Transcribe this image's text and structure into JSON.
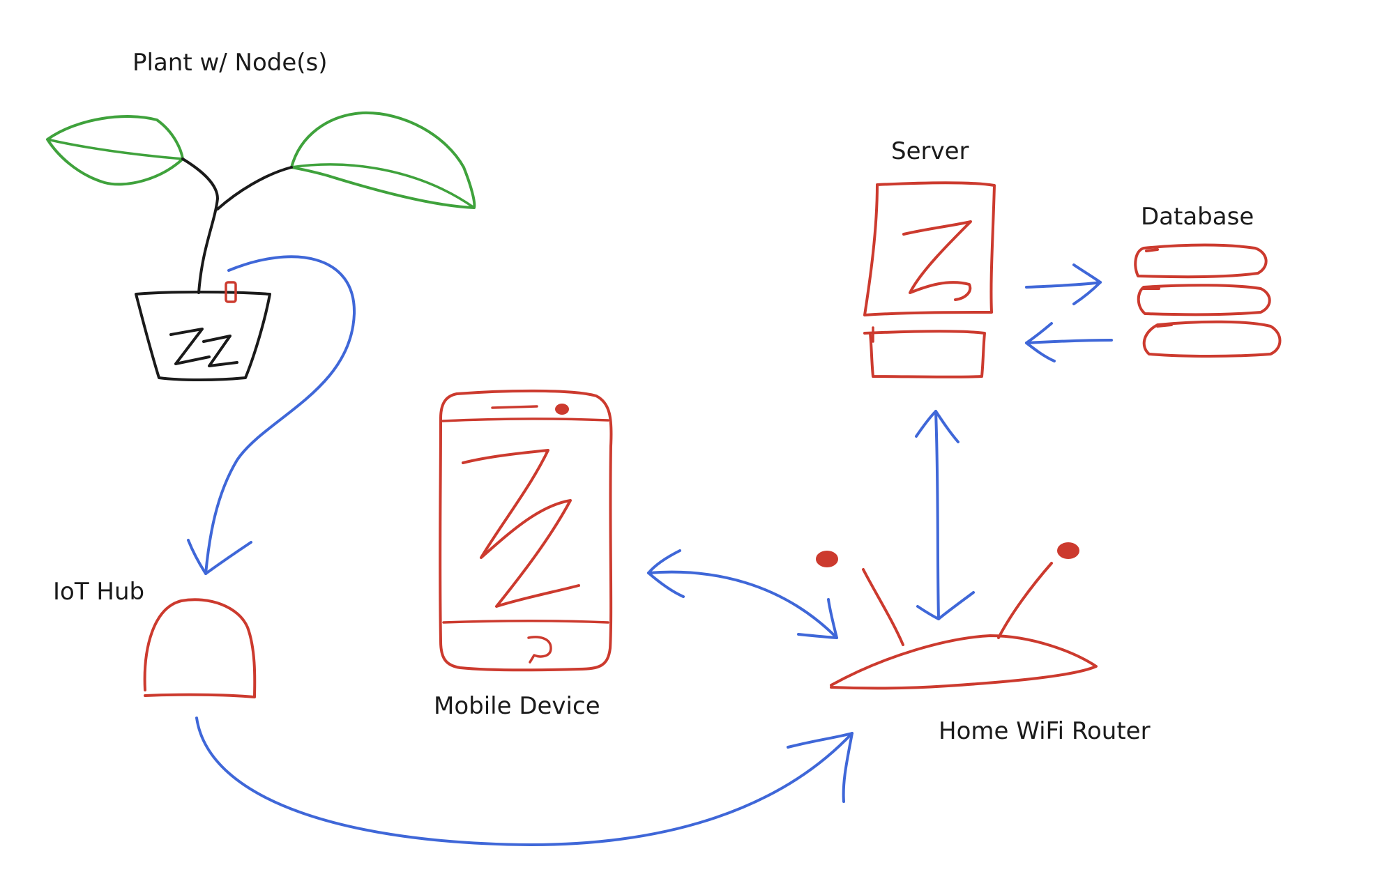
{
  "nodes": {
    "plant": {
      "label": "Plant w/ Node(s)",
      "icon": "potted-plant-icon"
    },
    "iot_hub": {
      "label": "IoT Hub",
      "icon": "hub-dome-icon"
    },
    "mobile": {
      "label": "Mobile Device",
      "icon": "smartphone-icon"
    },
    "server": {
      "label": "Server",
      "icon": "server-icon"
    },
    "database": {
      "label": "Database",
      "icon": "database-icon"
    },
    "router": {
      "label": "Home WiFi Router",
      "icon": "wifi-router-icon"
    }
  },
  "edges": [
    {
      "from": "Plant w/ Node(s)",
      "to": "IoT Hub",
      "direction": "one-way"
    },
    {
      "from": "IoT Hub",
      "to": "Home WiFi Router",
      "direction": "one-way"
    },
    {
      "from": "Mobile Device",
      "to": "Home WiFi Router",
      "direction": "two-way"
    },
    {
      "from": "Home WiFi Router",
      "to": "Server",
      "direction": "two-way"
    },
    {
      "from": "Server",
      "to": "Database",
      "direction": "one-way"
    },
    {
      "from": "Database",
      "to": "Server",
      "direction": "one-way"
    }
  ],
  "colors": {
    "device_stroke": "#cc3a2e",
    "connection_stroke": "#3f67d8",
    "leaf_stroke": "#3fa23c",
    "plant_stroke": "#1a1a1a"
  }
}
